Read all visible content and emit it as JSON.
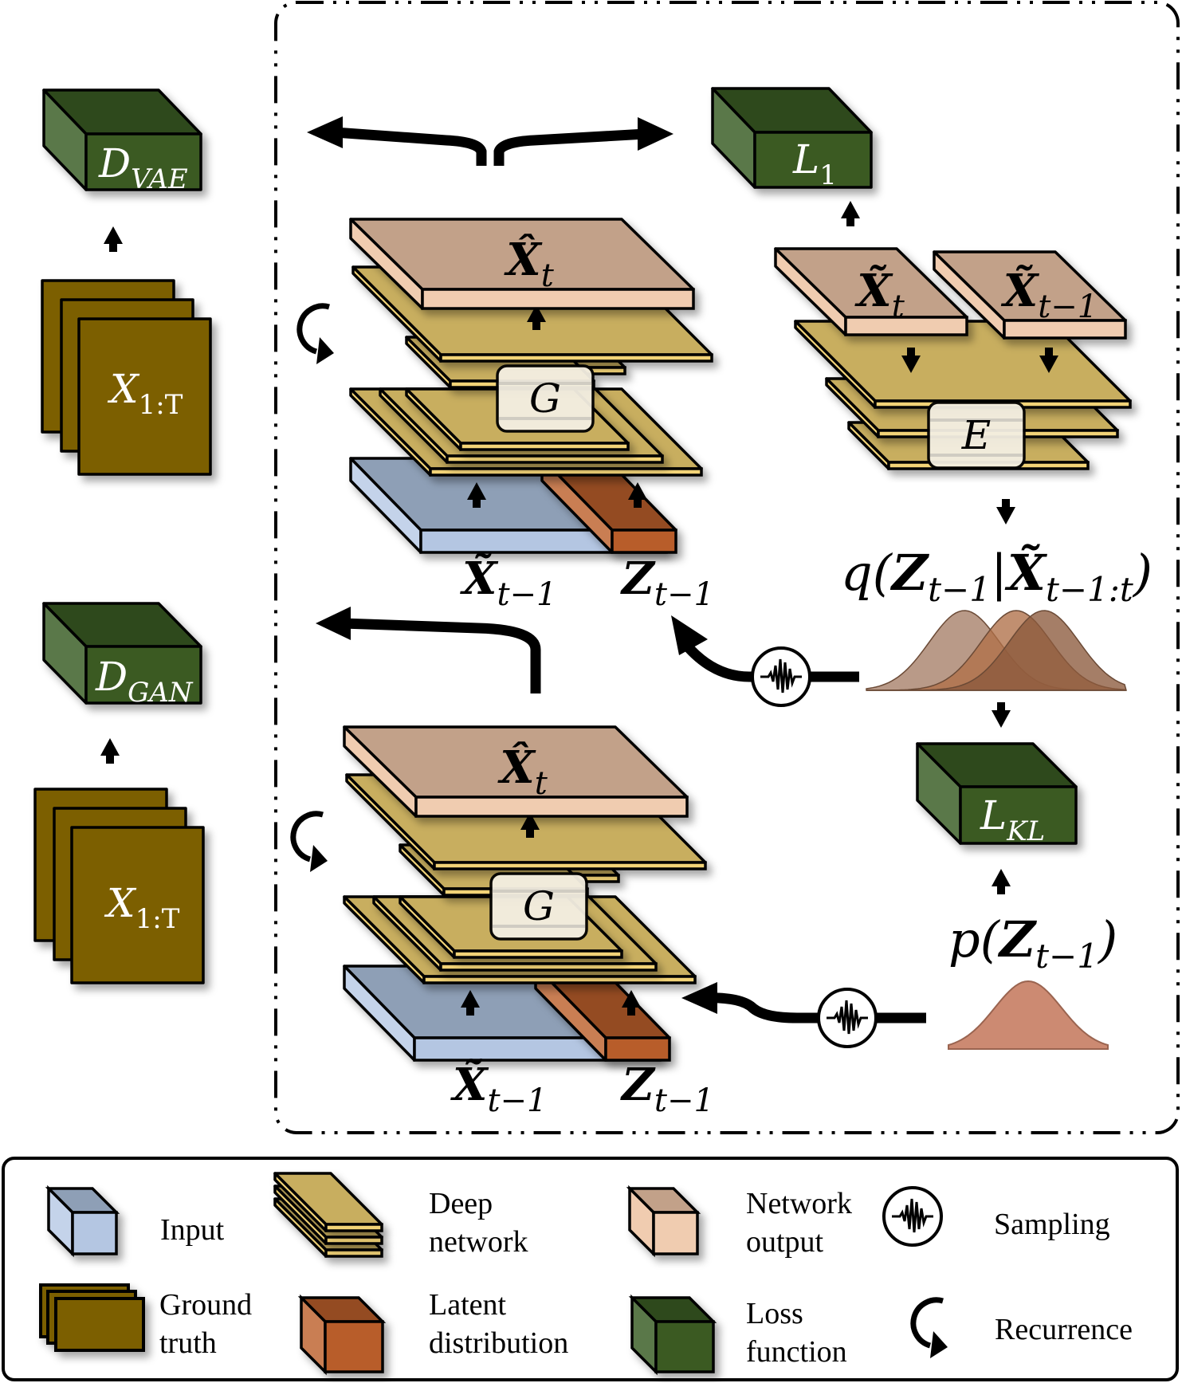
{
  "title": "Recurrent VAE-GAN video prediction architecture",
  "colors": {
    "input_top": "#8e9fb6",
    "input_side": "#c4d3ea",
    "input_front": "#b4c6e2",
    "deep_network": "#c8ae5e",
    "deep_network_edge": "#f2d377",
    "network_output_top": "#c2a189",
    "network_output_front": "#f0ccb0",
    "latent_top": "#944c22",
    "latent_side": "#c97e52",
    "latent_front": "#b85d2a",
    "loss_top": "#2f4a1c",
    "loss_side": "#5a784a",
    "loss_front": "#3b5a24",
    "ground_truth": "#7b5e00",
    "posterior_curve": "#9b6b4f",
    "prior_curve": "#cc8a72"
  },
  "left_column": {
    "d_vae": {
      "main": "D",
      "sub": "VAE"
    },
    "d_gan": {
      "main": "D",
      "sub": "GAN"
    },
    "gt_top": {
      "main": "X",
      "sub": "1:T"
    },
    "gt_bottom": {
      "main": "X",
      "sub": "1:T"
    }
  },
  "vae_branch": {
    "generator_label": "G",
    "output_label": {
      "main": "X̂",
      "sub": "t"
    },
    "input_label": {
      "main": "X̃",
      "sub": "t−1"
    },
    "latent_label": {
      "main": "Z",
      "sub": "t−1"
    },
    "encoder_label": "E",
    "encoder_in_1": {
      "main": "X̃",
      "sub": "t"
    },
    "encoder_in_2": {
      "main": "X̃",
      "sub": "t−1"
    },
    "loss_l1": {
      "main": "L",
      "sub": "1"
    },
    "posterior": {
      "prefix": "q(",
      "z": "Z",
      "z_sub": "t−1",
      "bar": "|",
      "x": "X̃",
      "x_sub": "t−1:t",
      "suffix": ")"
    },
    "loss_kl": {
      "main": "L",
      "sub": "KL"
    }
  },
  "gan_branch": {
    "generator_label": "G",
    "output_label": {
      "main": "X̂",
      "sub": "t"
    },
    "input_label": {
      "main": "X̃",
      "sub": "t−1"
    },
    "latent_label": {
      "main": "Z",
      "sub": "t−1"
    },
    "prior": {
      "prefix": "p(",
      "z": "Z",
      "z_sub": "t−1",
      "suffix": ")"
    }
  },
  "legend": {
    "items": [
      {
        "icon": "input-box-icon",
        "lines": [
          "Input"
        ]
      },
      {
        "icon": "deep-network-icon",
        "lines": [
          "Deep",
          "network"
        ]
      },
      {
        "icon": "network-output-box-icon",
        "lines": [
          "Network",
          "output"
        ]
      },
      {
        "icon": "sampling-icon",
        "lines": [
          "Sampling"
        ]
      },
      {
        "icon": "ground-truth-stack-icon",
        "lines": [
          "Ground",
          "truth"
        ]
      },
      {
        "icon": "latent-box-icon",
        "lines": [
          "Latent",
          "distribution"
        ]
      },
      {
        "icon": "loss-box-icon",
        "lines": [
          "Loss",
          "function"
        ]
      },
      {
        "icon": "recurrence-icon",
        "lines": [
          "Recurrence"
        ]
      }
    ]
  }
}
